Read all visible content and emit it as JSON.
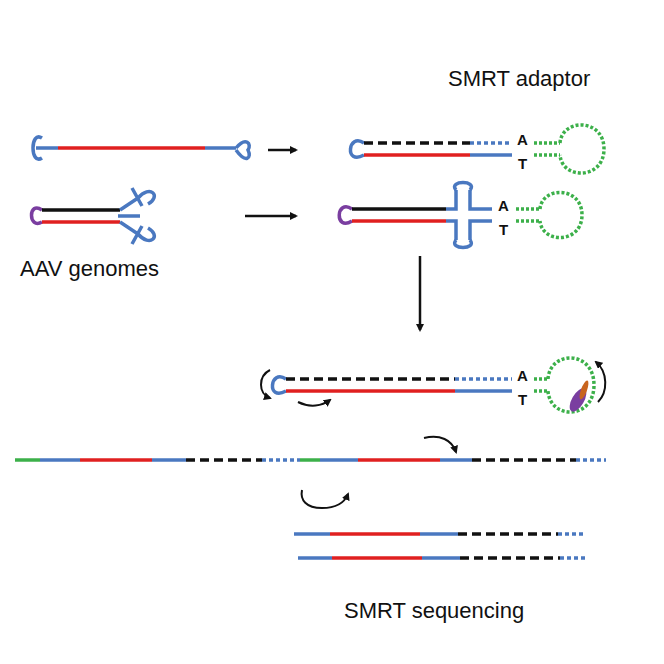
{
  "diagram": {
    "labels": [
      "SMRT adaptor",
      "A",
      "T",
      "AAV genomes",
      "A",
      "T",
      "A",
      "T",
      "SMRT sequencing"
    ]
  }
}
